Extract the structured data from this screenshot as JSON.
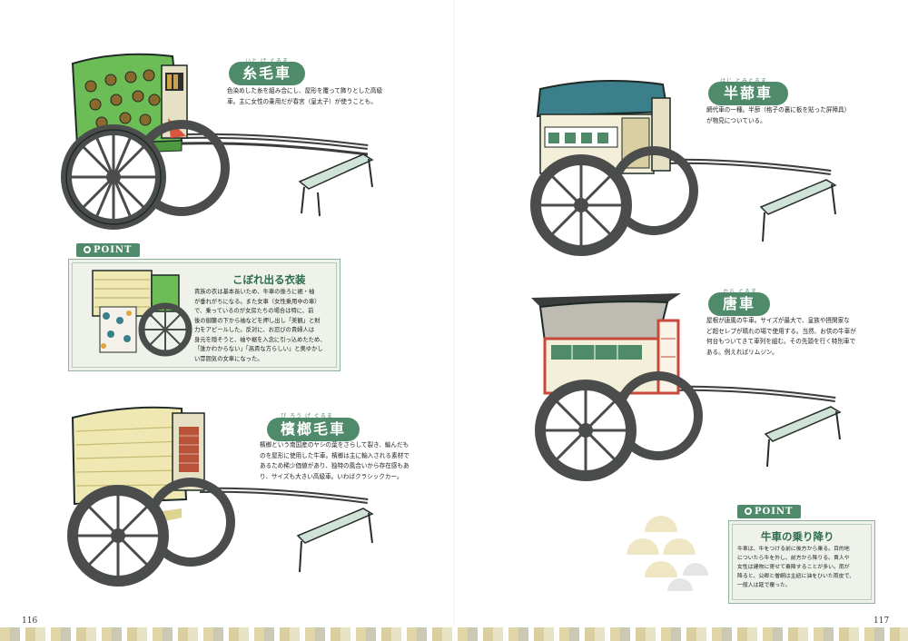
{
  "pages": {
    "left_number": "116",
    "right_number": "117"
  },
  "carriages": [
    {
      "name": "糸毛車",
      "ruby": "いと げ ぐるま",
      "desc_lines": [
        "色染めした糸を組み合にし、屋形を覆って飾りとした高級",
        "車。主に女性の乗用だが春宮（皇太子）が使うことも。"
      ]
    },
    {
      "name": "半蔀車",
      "ruby": "はじ とみぐるま",
      "desc_lines": [
        "網代車の一種。半蔀（格子の裏に板を貼った屏障具）",
        "が物見についている。"
      ]
    },
    {
      "name": "唐車",
      "ruby": "から ぐるま",
      "desc_lines": [
        "屋根が唐風の牛車。サイズが最大で、皇族や摂関家な",
        "ど超セレブが晴れの場で使用する。当然、お供の牛車が",
        "何台もついてきて車列を組む。その先頭を行く特別車で",
        "ある。例えればリムジン。"
      ]
    },
    {
      "name": "檳榔毛車",
      "ruby": "び ろう げ ぐるま",
      "desc_lines": [
        "檳榔という南国産のヤシの葉をさらして裂き、編んだも",
        "のを屋形に使用した牛車。檳榔は主に輸入される素材で",
        "あるため稀少価値があり、独特の風合いから存在感もあ",
        "り、サイズも大きい高級車。いわばクラシックカー。"
      ]
    }
  ],
  "points": [
    {
      "tag": "POINT",
      "title": "こぼれ出る衣装",
      "body_lines": [
        "貴族の衣は基本長いため、牛車の後ろに裾・袖",
        "が垂れがちになる。また女車（女性乗用中の車）",
        "で、乗っているのが女房たちの場合は特に、前",
        "後の御簾の下から袖などを押し出し「美観」と財",
        "力をアピールした。反対に、お忍びの貴婦人は",
        "身元を隠そうと、袖や裾を入念に引っ込めたため、",
        "「誰かわからない」「高貴な方らしい」と奥ゆかし",
        "い雰囲気の女車になった。"
      ]
    },
    {
      "tag": "POINT",
      "title": "牛車の乗り降り",
      "body_lines": [
        "牛車は、牛をつける前に後方から乗る。目的地",
        "についたら牛を外し、前方から降りる。貴人や",
        "女性は建物に寄せて乗降することが多い。雨が",
        "降ると、公卿と僧綱は主紐に油をひいた雨皮で、",
        "一般人は筵で覆った。"
      ]
    }
  ],
  "colors": {
    "accent": "#4f8b6a",
    "wheel": "#4a4d4c",
    "teal_roof": "#3b7f8a",
    "silk_green": "#6cbd55",
    "straw": "#efe8b3",
    "red_frame": "#c9473b"
  }
}
